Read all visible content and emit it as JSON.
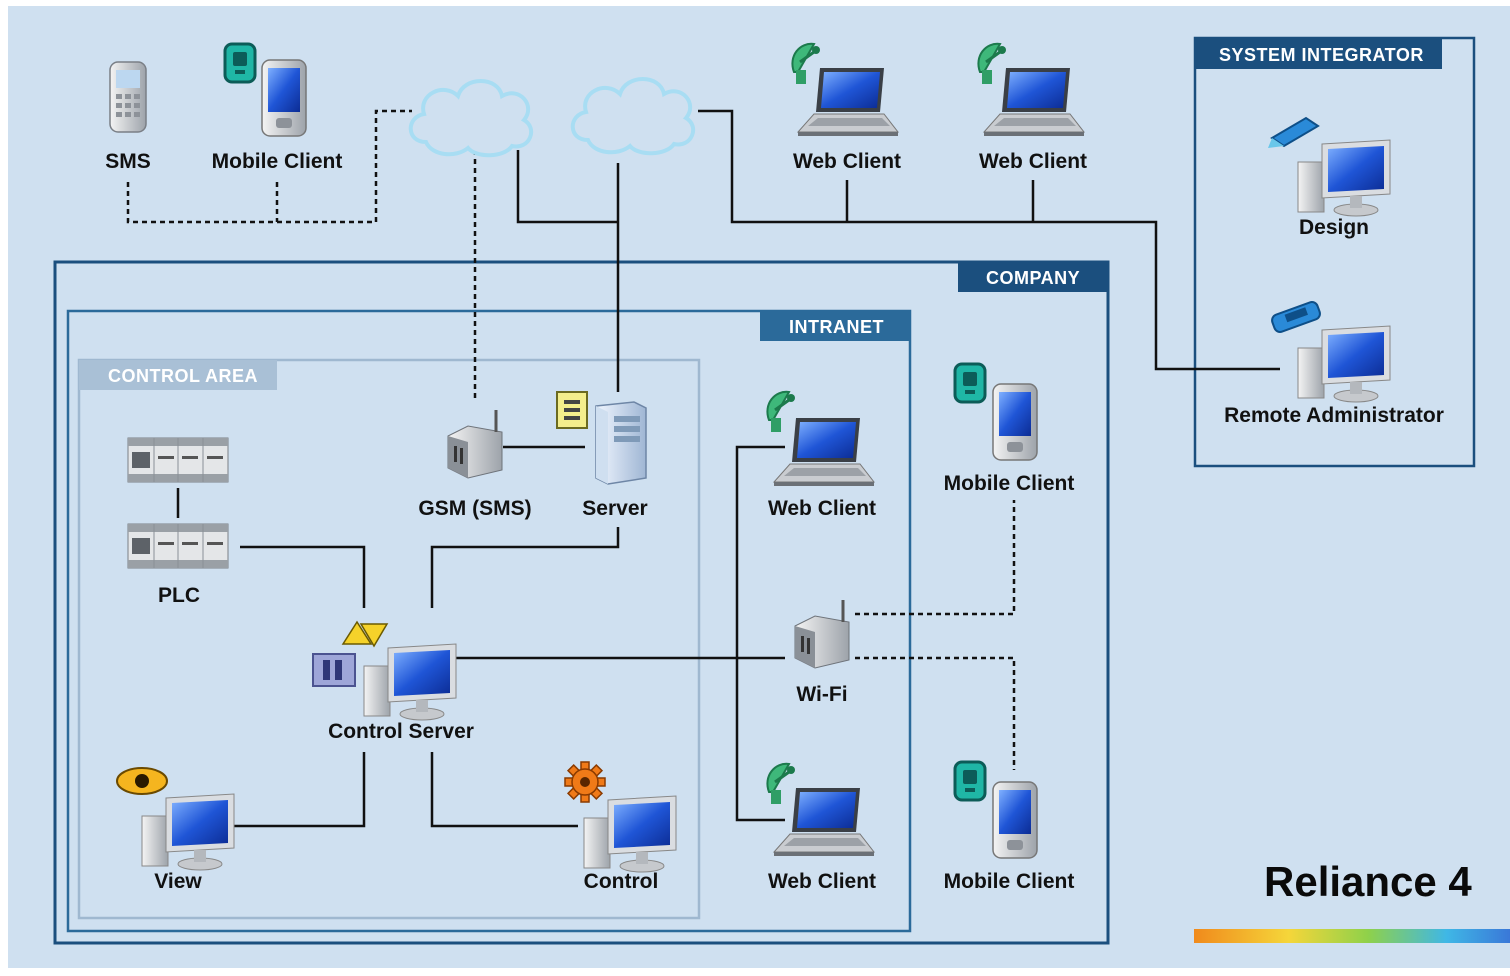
{
  "brand": {
    "title": "Reliance 4"
  },
  "zones": {
    "system_integrator": "SYSTEM INTEGRATOR",
    "company": "COMPANY",
    "intranet": "INTRANET",
    "control_area": "CONTROL AREA"
  },
  "nodes": {
    "sms": "SMS",
    "mobile_client_top": "Mobile Client",
    "web_client_top_1": "Web Client",
    "web_client_top_2": "Web Client",
    "design": "Design",
    "remote_admin": "Remote Administrator",
    "mobile_client_company_1": "Mobile Client",
    "mobile_client_company_2": "Mobile Client",
    "gsm": "GSM (SMS)",
    "server": "Server",
    "plc": "PLC",
    "control_server": "Control Server",
    "view": "View",
    "control": "Control",
    "web_client_intranet_1": "Web Client",
    "wifi": "Wi-Fi",
    "web_client_intranet_2": "Web Client"
  },
  "colors": {
    "background": "#cfe0f0",
    "zone_border": "#1b4f7e",
    "zone_label_bg": "#1b4f7e",
    "intranet_label_bg": "#2b6a9a",
    "control_area_border": "#9fb8d0",
    "control_area_label_bg": "#a9c0d6",
    "cloud": "#b8e2f5",
    "link": "#111111"
  },
  "icons": {
    "sms": "phone-icon",
    "mobile": "pda-icon",
    "web_client": "laptop-with-satellite-dish-icon",
    "design": "workstation-with-pencil-icon",
    "remote_admin": "workstation-with-usb-key-icon",
    "gsm": "modem-icon",
    "server": "tower-server-icon",
    "plc": "plc-module-icon",
    "control_server": "workstation-with-warning-icon",
    "view": "workstation-with-eye-icon",
    "control": "workstation-with-gear-icon",
    "wifi": "wireless-router-icon",
    "cloud": "cloud-icon"
  }
}
